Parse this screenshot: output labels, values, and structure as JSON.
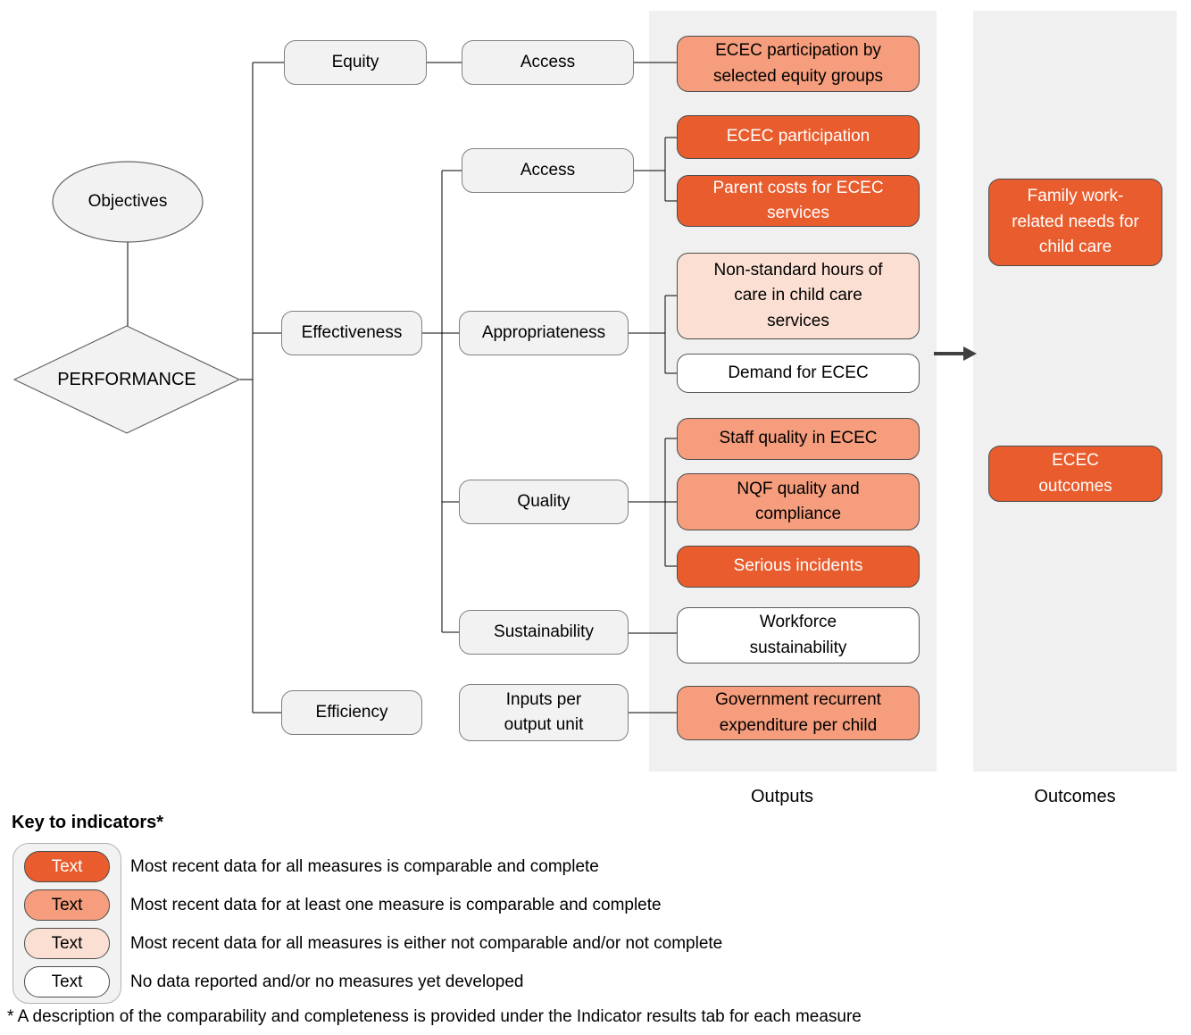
{
  "title": "ECEC performance indicator framework",
  "colors": {
    "dark_orange": "#E95C2D",
    "salmon": "#F59D7D",
    "light_pink": "#FBDFD3",
    "node_gray": "#F2F2F2",
    "column_gray": "#F0F0F0",
    "line_black": "#000000",
    "arrow_gray": "#404040"
  },
  "nodes": {
    "objectives": {
      "label": "Objectives"
    },
    "performance": {
      "label": "PERFORMANCE"
    },
    "equity": {
      "label": "Equity"
    },
    "effectiveness": {
      "label": "Effectiveness"
    },
    "efficiency": {
      "label": "Efficiency"
    },
    "access_equity": {
      "label": "Access"
    },
    "access_effectiveness": {
      "label": "Access"
    },
    "appropriateness": {
      "label": "Appropriateness"
    },
    "quality": {
      "label": "Quality"
    },
    "sustainability": {
      "label": "Sustainability"
    },
    "inputs_per_output_unit": {
      "label": "Inputs per output unit"
    }
  },
  "outputs": {
    "equity_groups": {
      "label": "ECEC participation by selected equity groups",
      "status": "at_least_one"
    },
    "ecec_participation": {
      "label": "ECEC participation",
      "status": "all_comparable"
    },
    "parent_costs": {
      "label": "Parent costs for ECEC services",
      "status": "all_comparable"
    },
    "non_standard_hours": {
      "label": "Non-standard hours of care in child care services",
      "status": "not_comparable"
    },
    "demand": {
      "label": "Demand for ECEC",
      "status": "no_data"
    },
    "staff_quality": {
      "label": "Staff quality in ECEC",
      "status": "at_least_one"
    },
    "nqf_quality": {
      "label": "NQF quality and compliance",
      "status": "at_least_one"
    },
    "serious_incidents": {
      "label": "Serious incidents",
      "status": "all_comparable"
    },
    "workforce_sustainability": {
      "label": "Workforce sustainability",
      "status": "no_data"
    },
    "gov_expenditure": {
      "label": "Government recurrent expenditure per child",
      "status": "at_least_one"
    }
  },
  "outcomes": {
    "family_needs": {
      "label": "Family work-related needs for child care",
      "status": "all_comparable"
    },
    "ecec_outcomes": {
      "label": "ECEC outcomes",
      "status": "all_comparable"
    }
  },
  "column_labels": {
    "outputs": "Outputs",
    "outcomes": "Outcomes"
  },
  "key": {
    "heading": "Key to indicators*",
    "items": [
      {
        "swatch": "all_comparable",
        "swatch_label": "Text",
        "description": "Most recent data for all measures is comparable and complete"
      },
      {
        "swatch": "at_least_one",
        "swatch_label": "Text",
        "description": "Most recent data for at least one measure is comparable and complete"
      },
      {
        "swatch": "not_comparable",
        "swatch_label": "Text",
        "description": "Most recent data for all measures is either not comparable and/or not complete"
      },
      {
        "swatch": "no_data",
        "swatch_label": "Text",
        "description": "No data reported and/or no measures yet developed"
      }
    ],
    "footnote": "* A description of the comparability and completeness is provided under the Indicator results tab for each measure"
  }
}
